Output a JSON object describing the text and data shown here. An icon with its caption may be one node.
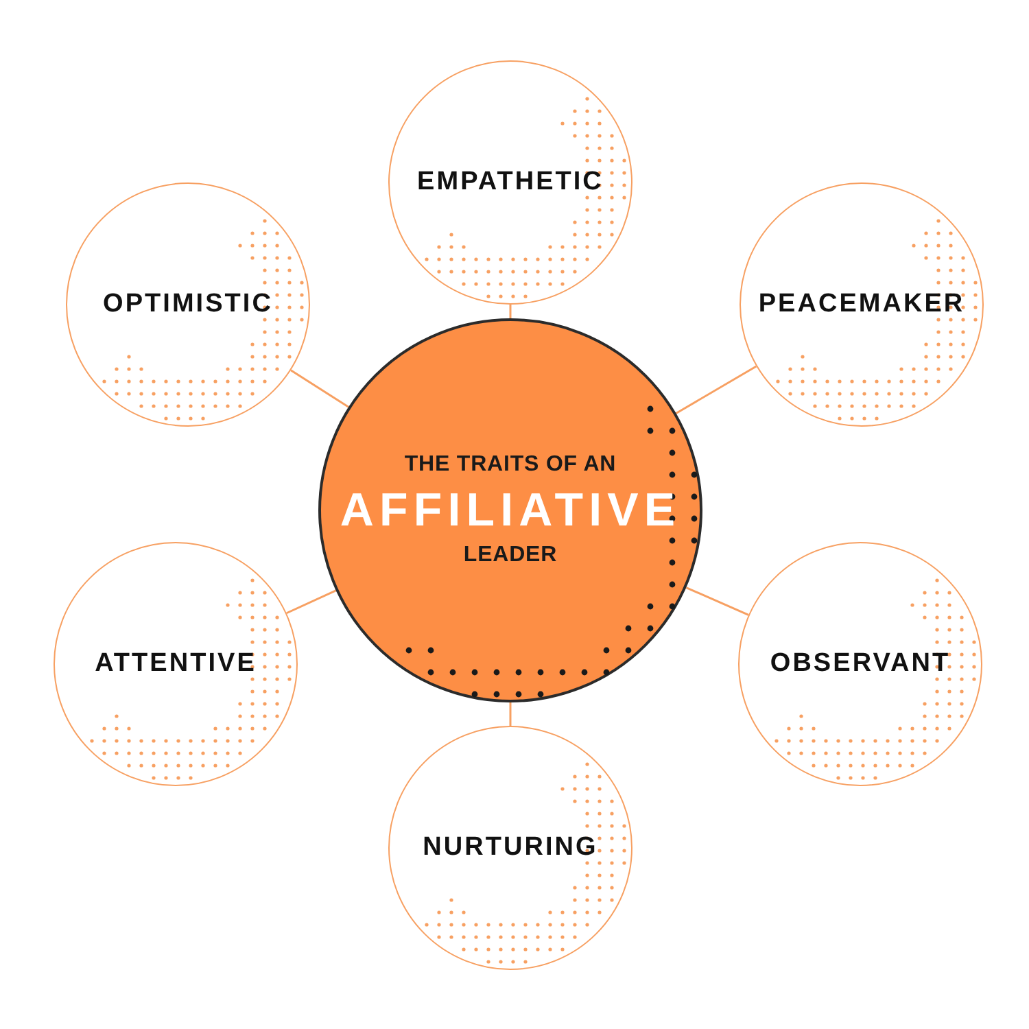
{
  "diagram": {
    "nodes": [
      {
        "text": [
          "THE TRAITS OF AN",
          "AFFILIATIVE",
          "LEADER"
        ]
      },
      {
        "text": [
          "EMPATHETIC"
        ]
      },
      {
        "text": [
          "PEACEMAKER"
        ]
      },
      {
        "text": [
          "OBSERVANT"
        ]
      },
      {
        "text": [
          "NURTURING"
        ]
      },
      {
        "text": [
          "ATTENTIVE"
        ]
      },
      {
        "text": [
          "OPTIMISTIC"
        ]
      }
    ],
    "edges": [
      {
        "from": 0,
        "to": 1,
        "arrow": "none"
      },
      {
        "from": 0,
        "to": 2,
        "arrow": "none"
      },
      {
        "from": 0,
        "to": 3,
        "arrow": "none"
      },
      {
        "from": 0,
        "to": 4,
        "arrow": "none"
      },
      {
        "from": 0,
        "to": 5,
        "arrow": "none"
      },
      {
        "from": 0,
        "to": 6,
        "arrow": "none"
      }
    ]
  }
}
